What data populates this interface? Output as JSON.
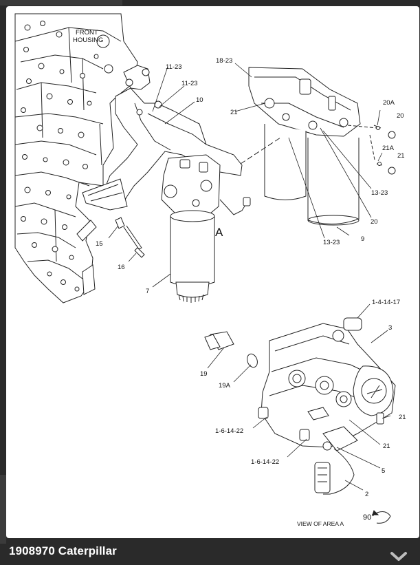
{
  "caption": "1908970 Caterpillar",
  "diagram": {
    "labels": {
      "front_housing": [
        "FRONT",
        "HOUSING"
      ],
      "l_11_23_a": "11-23",
      "l_11_23_b": "11-23",
      "l_10": "10",
      "l_18_23": "18-23",
      "l_21_left": "21",
      "l_20a": "20A",
      "l_20": "20",
      "l_21a": "21A",
      "l_21_right": "21",
      "l_13_23_a": "13-23",
      "l_20_mid": "20",
      "l_9": "9",
      "l_13_23_b": "13-23",
      "area_a": "A",
      "l_15": "15",
      "l_16": "16",
      "l_7": "7",
      "l_1_4_14_17": "1-4-14-17",
      "l_3": "3",
      "l_19": "19",
      "l_19a": "19A",
      "l_1_6_14_22_a": "1-6-14-22",
      "l_1_6_14_22_b": "1-6-14-22",
      "l_21_detail_a": "21",
      "l_21_detail_b": "21",
      "l_5": "5",
      "l_2": "2",
      "view_of_area": "VIEW OF AREA A",
      "rotation": "90°"
    }
  },
  "icons": {
    "expand": "chevron-down-icon"
  }
}
